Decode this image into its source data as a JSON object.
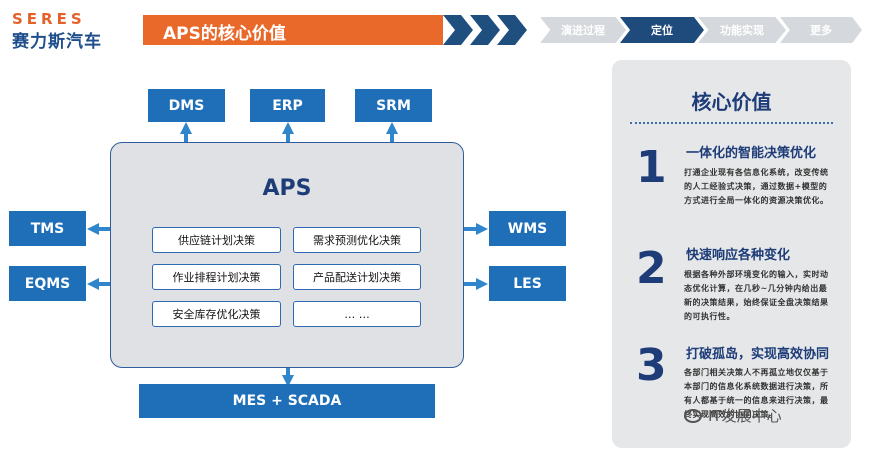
{
  "logo": {
    "latin": "SERES",
    "cjk": "赛力斯汽车"
  },
  "header": {
    "title": "APS的核心价值"
  },
  "steps": [
    {
      "label": "演进过程",
      "state": "inactive"
    },
    {
      "label": "定位",
      "state": "active"
    },
    {
      "label": "功能实现",
      "state": "inactive"
    },
    {
      "label": "更多",
      "state": "inactive"
    }
  ],
  "diagram": {
    "center_title": "APS",
    "top_systems": [
      "DMS",
      "ERP",
      "SRM"
    ],
    "left_systems": [
      "TMS",
      "EQMS"
    ],
    "right_systems": [
      "WMS",
      "LES"
    ],
    "bottom_system": "MES + SCADA",
    "decisions": [
      "供应链计划决策",
      "需求预测优化决策",
      "作业排程计划决策",
      "产品配送计划决策",
      "安全库存优化决策",
      "… …"
    ]
  },
  "panel": {
    "title": "核心价值",
    "points": [
      {
        "number": "1",
        "title": "一体化的智能决策优化",
        "desc": "打通企业现有各信息化系统，改变传统的人工经验式决策，通过数据+模型的方式进行全局一体化的资源决策优化。"
      },
      {
        "number": "2",
        "title": "快速响应各种变化",
        "desc": "根据各种外部环境变化的输入，实时动态优化计算，在几秒~几分钟内给出最新的决策结果，始终保证全盘决策结果的可执行性。"
      },
      {
        "number": "3",
        "title": "打破孤岛，实现高效协同",
        "desc": "各部门相关决策人不再孤立地仅仅基于本部门的信息化系统数据进行决策，所有人都基于统一的信息来进行决策，最终实现高效的协同决策。"
      }
    ]
  },
  "watermark": "IT发展中心",
  "colors": {
    "accent": "#e8692a",
    "navy": "#1d3c78",
    "system_blue": "#1f6fb8",
    "arrow_blue": "#2f86cc"
  }
}
